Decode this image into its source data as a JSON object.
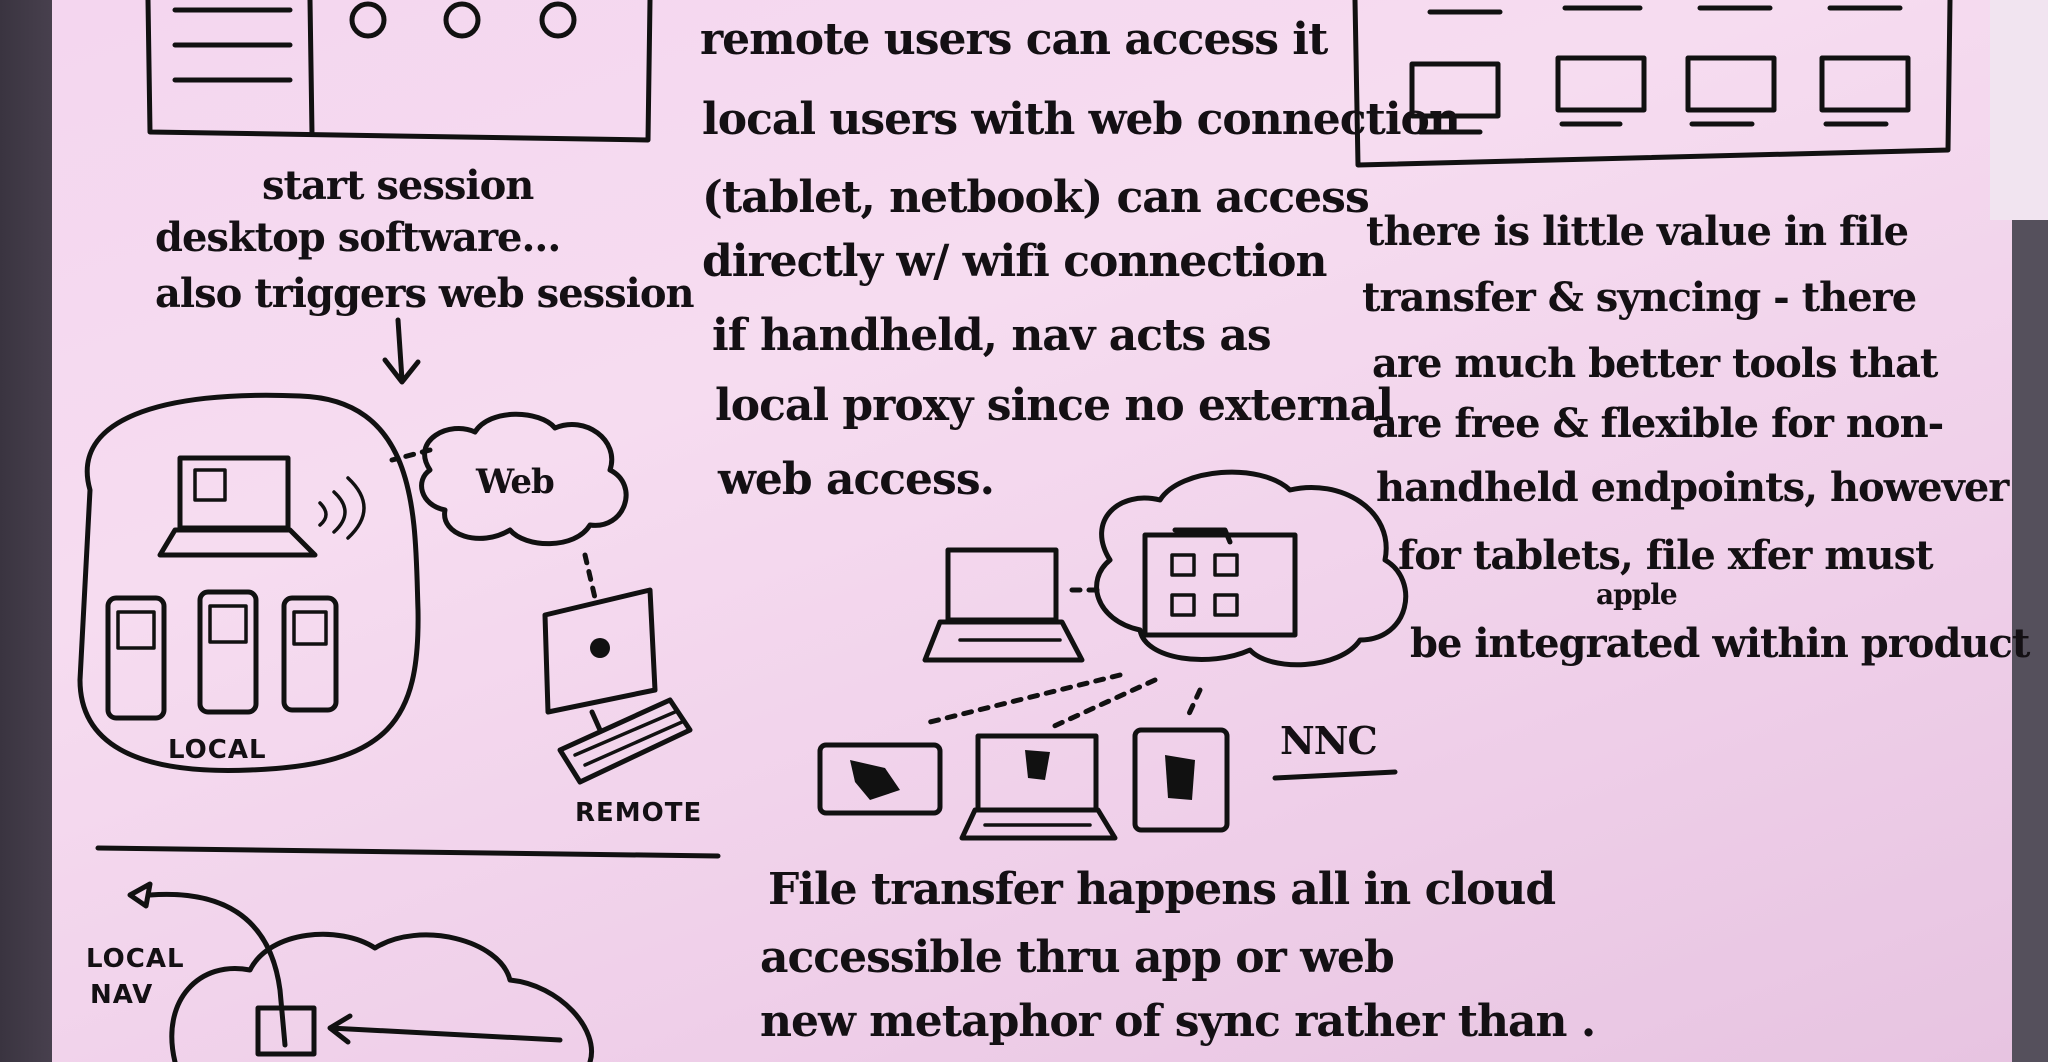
{
  "sketch": {
    "top_left_caption": [
      "start session",
      "desktop software...",
      "also triggers web session"
    ],
    "top_center_text": [
      "remote users can access it",
      "local users with web connection",
      "(tablet, netbook) can access",
      "directly w/ wifi connection",
      "if handheld, nav acts as",
      "local proxy since no external",
      "web access."
    ],
    "right_text": [
      "there is little value in file",
      "transfer & syncing - there",
      "are much better tools that",
      "are free & flexible for non-",
      "handheld endpoints, however",
      "for tablets, file xfer must",
      "be integrated within product"
    ],
    "right_text_insert": "apple",
    "diagram_labels": {
      "web_cloud": "Web",
      "local": "LOCAL",
      "remote": "REMOTE",
      "nnc": "NNC",
      "local_nav": [
        "LOCAL",
        "NAV"
      ]
    },
    "bottom_text": [
      "File transfer happens all in cloud",
      "accessible thru app or web",
      "new metaphor of sync rather than ."
    ]
  }
}
